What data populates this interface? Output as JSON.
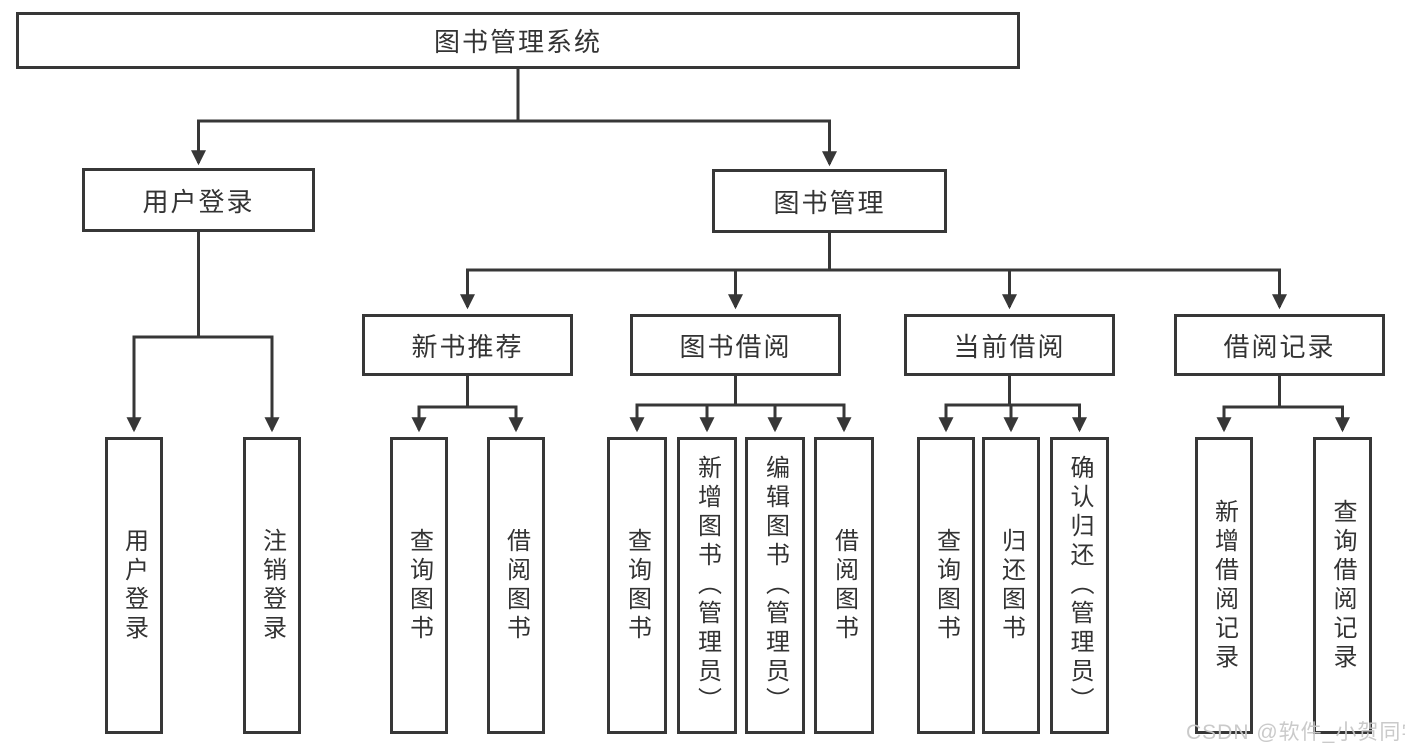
{
  "diagram": {
    "root": {
      "label": "图书管理系统"
    },
    "user_login": {
      "label": "用户登录",
      "children": [
        "用户登录",
        "注销登录"
      ]
    },
    "book_management": {
      "label": "图书管理",
      "new_book": {
        "label": "新书推荐",
        "children": [
          "查询图书",
          "借阅图书"
        ]
      },
      "book_borrow": {
        "label": "图书借阅",
        "children": [
          "查询图书",
          "新增图书（管理员）",
          "编辑图书（管理员）",
          "借阅图书"
        ]
      },
      "current_borrow": {
        "label": "当前借阅",
        "children": [
          "查询图书",
          "归还图书",
          "确认归还（管理员）"
        ]
      },
      "borrow_record": {
        "label": "借阅记录",
        "children": [
          "新增借阅记录",
          "查询借阅记录"
        ]
      }
    }
  },
  "watermark": {
    "text": "CSDN @软件_小贺同学"
  },
  "colors": {
    "line": "#373737",
    "text": "#333333",
    "background": "#ffffff",
    "watermark": "#c7c7c7"
  }
}
